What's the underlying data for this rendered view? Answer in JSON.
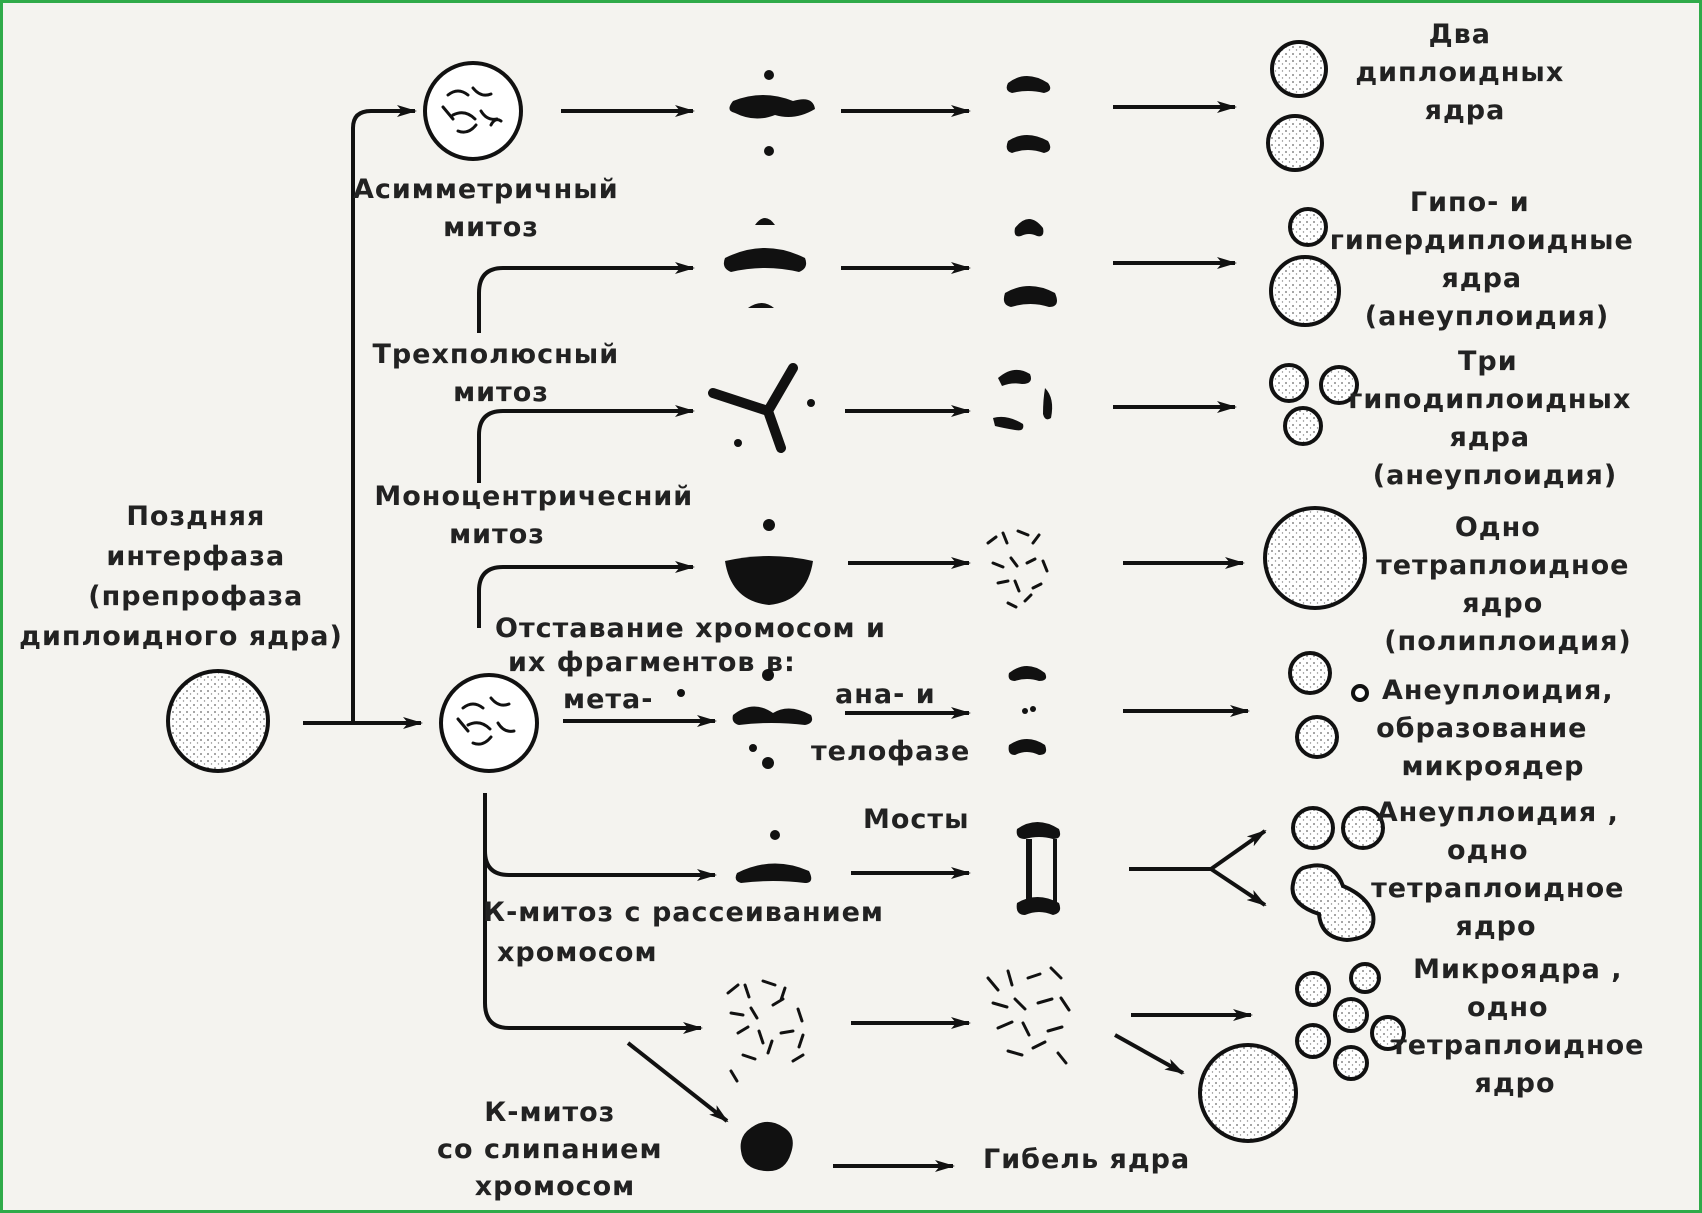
{
  "labels": {
    "late_interphase": [
      "Поздняя",
      "интерфаза",
      "(препрофаза",
      "диплоидного ядра)"
    ],
    "asymmetric_mitosis": [
      "Асимметричный",
      "митоз"
    ],
    "tripolar_mitosis": [
      "Трехполюсный",
      "митоз"
    ],
    "monocentric_mitosis": [
      "Моноцентричесний",
      "митоз"
    ],
    "lagging_chromosomes": [
      "Отставание хромосом и",
      "их фрагментов в:"
    ],
    "meta": "мета-",
    "ana_and": "ана- и",
    "telophase": "телофазе",
    "bridges": "Мосты",
    "cmitosis_scatter": [
      "К-митоз с рассеиванием",
      "хромосом"
    ],
    "cmitosis_stick": [
      "К-митоз",
      "со слипанием",
      "хромосом"
    ],
    "nucleus_death": "Гибель ядра"
  },
  "outcomes": {
    "two_diploid": [
      "Два",
      "диплоидных",
      "ядра"
    ],
    "hypo_hyper": [
      "Гипо- и",
      "гипердиплоидные",
      "ядра",
      "(анеуплоидия)"
    ],
    "three_hypo": [
      "Три",
      "гиподиплоидных",
      "ядра",
      "(анеуплоидия)"
    ],
    "one_tetraploid_poly": [
      "Одно",
      "тетраплоидное",
      "ядро",
      "(полиплоидия)"
    ],
    "aneuploidy_micronuclei": [
      "Анеуплоидия,",
      "образование",
      "микроядер"
    ],
    "aneuploidy_tetraploid": [
      "Анеуплоидия ,",
      "одно",
      "тетраплоидное",
      "ядро"
    ],
    "micronuclei_tetraploid": [
      "Микроядра ,",
      "одно",
      "тетраплоидное",
      "ядро"
    ]
  },
  "colors": {
    "frame": "#2faa49",
    "ink": "#111111",
    "paper": "#f4f3ef"
  }
}
